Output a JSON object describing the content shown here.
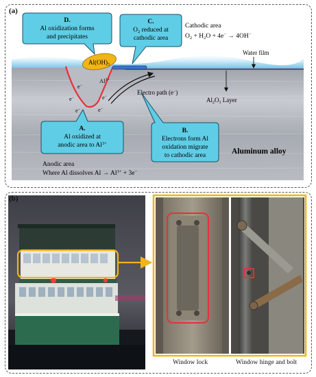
{
  "panel_a": {
    "label": "(a)",
    "callout_d": {
      "letter": "D.",
      "line1": "Al oxidization forms",
      "line2": "and precipitates"
    },
    "callout_c": {
      "letter": "C.",
      "line1": "reduced at",
      "line2": "cathodic area",
      "species": "O",
      "subscript": "2"
    },
    "cathodic": {
      "title": "Cathodic area",
      "eq_prefix": "O",
      "eq_rest": " + H",
      "eq_tail": "O + 4e",
      "eq_end": " → 4OH"
    },
    "water_film": "Water film",
    "al_oh3": "Al(OH)",
    "al3": "Al",
    "electron": "e",
    "electron_path": "Electro path (e",
    "oxide_layer": "Al",
    "oxide_layer_tail": " Layer",
    "alloy": "Aluminum alloy",
    "callout_a": {
      "letter": "A.",
      "line1": "Al oxidized at",
      "line2": "anodic area to Al"
    },
    "callout_b": {
      "letter": "B.",
      "line1": "Electrons form Al",
      "line2": "oxidation migrate",
      "line3": "to cathodic area"
    },
    "anodic": {
      "line1": "Anodic area",
      "line2": "Where Al dissolves Al → Al",
      "line2_mid": " + 3e"
    }
  },
  "panel_b": {
    "label": "(b)",
    "caption_lock": "Window lock",
    "caption_hinge": "Window hinge and bolt"
  },
  "colors": {
    "callout": "#5fcde6",
    "highlight": "#f2b517",
    "red": "#e8303a",
    "metal": "#b9bcc3"
  }
}
